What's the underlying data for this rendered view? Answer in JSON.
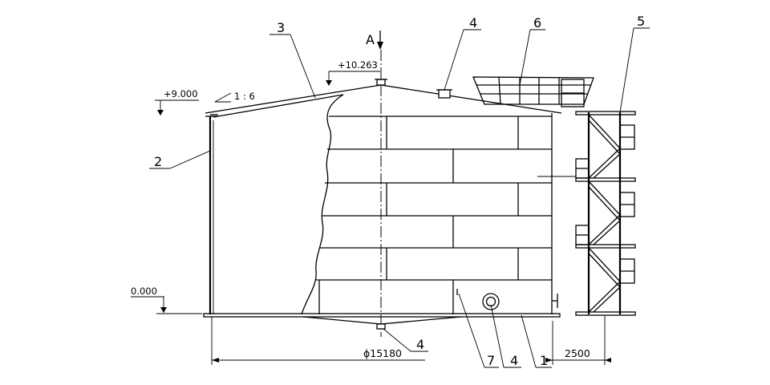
{
  "view": {
    "section_label": "A"
  },
  "elevations": [
    {
      "id": "top",
      "text": "+10.263"
    },
    {
      "id": "eave",
      "text": "+9.000"
    },
    {
      "id": "ground",
      "text": "0.000"
    }
  ],
  "roof_slope": "1 : 6",
  "dimensions": {
    "diameter": "ϕ15180",
    "stair_offset": "2500"
  },
  "callouts": {
    "c1": "1",
    "c2": "2",
    "c3": "3",
    "c4_top": "4",
    "c4_bottom": "4",
    "c4_manhole": "4",
    "c5": "5",
    "c6": "6",
    "c7": "7"
  }
}
